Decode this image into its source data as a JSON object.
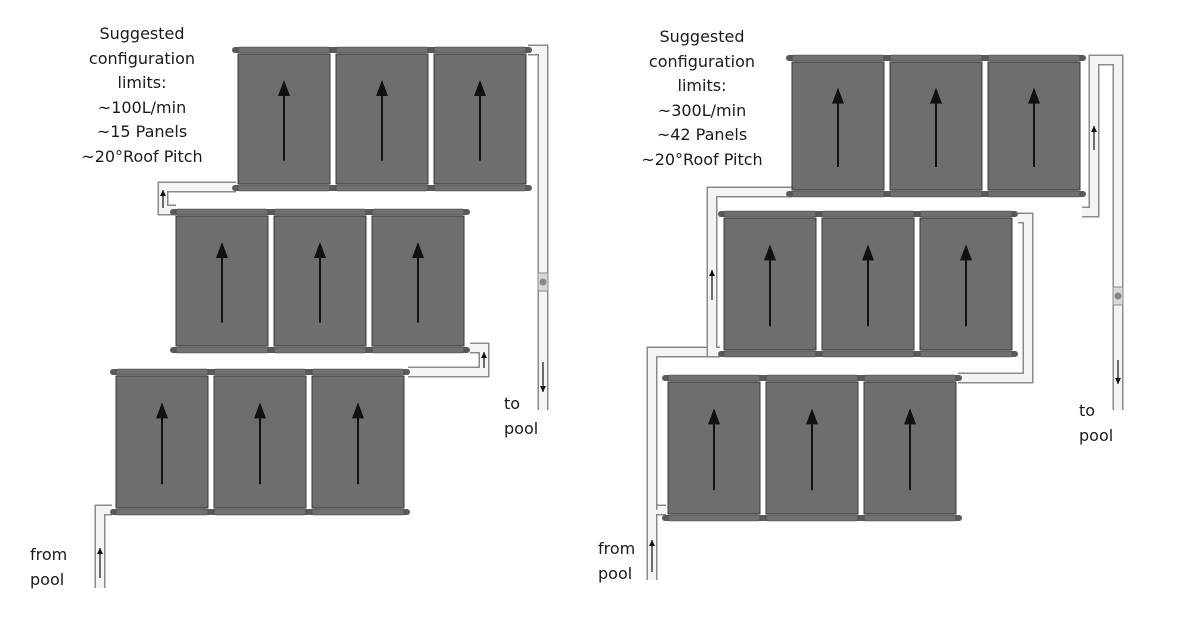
{
  "configurations": [
    {
      "limits": [
        "Suggested",
        "configuration",
        "limits:",
        "~100L/min",
        "~15 Panels",
        "~20°Roof Pitch"
      ],
      "inlet_label": [
        "from",
        "pool"
      ],
      "outlet_label": [
        "to",
        "pool"
      ],
      "rows": 3,
      "panels_per_row": 3,
      "panel_flow_direction": "up"
    },
    {
      "limits": [
        "Suggested",
        "configuration",
        "limits:",
        "~300L/min",
        "~42 Panels",
        "~20°Roof Pitch"
      ],
      "inlet_label": [
        "from",
        "pool"
      ],
      "outlet_label": [
        "to",
        "pool"
      ],
      "rows": 3,
      "panels_per_row": 3,
      "panel_flow_direction": "up"
    }
  ],
  "colors": {
    "panel": "#6e6e6e",
    "panel_border": "#3a3a3a",
    "header": "#5a5a5a",
    "pipe_fill": "#f4f4f4",
    "pipe_stroke": "#8a8a8a",
    "arrow": "#111111"
  },
  "icons": {
    "flow_arrow": "up-arrow-icon",
    "valve": "valve-icon"
  }
}
